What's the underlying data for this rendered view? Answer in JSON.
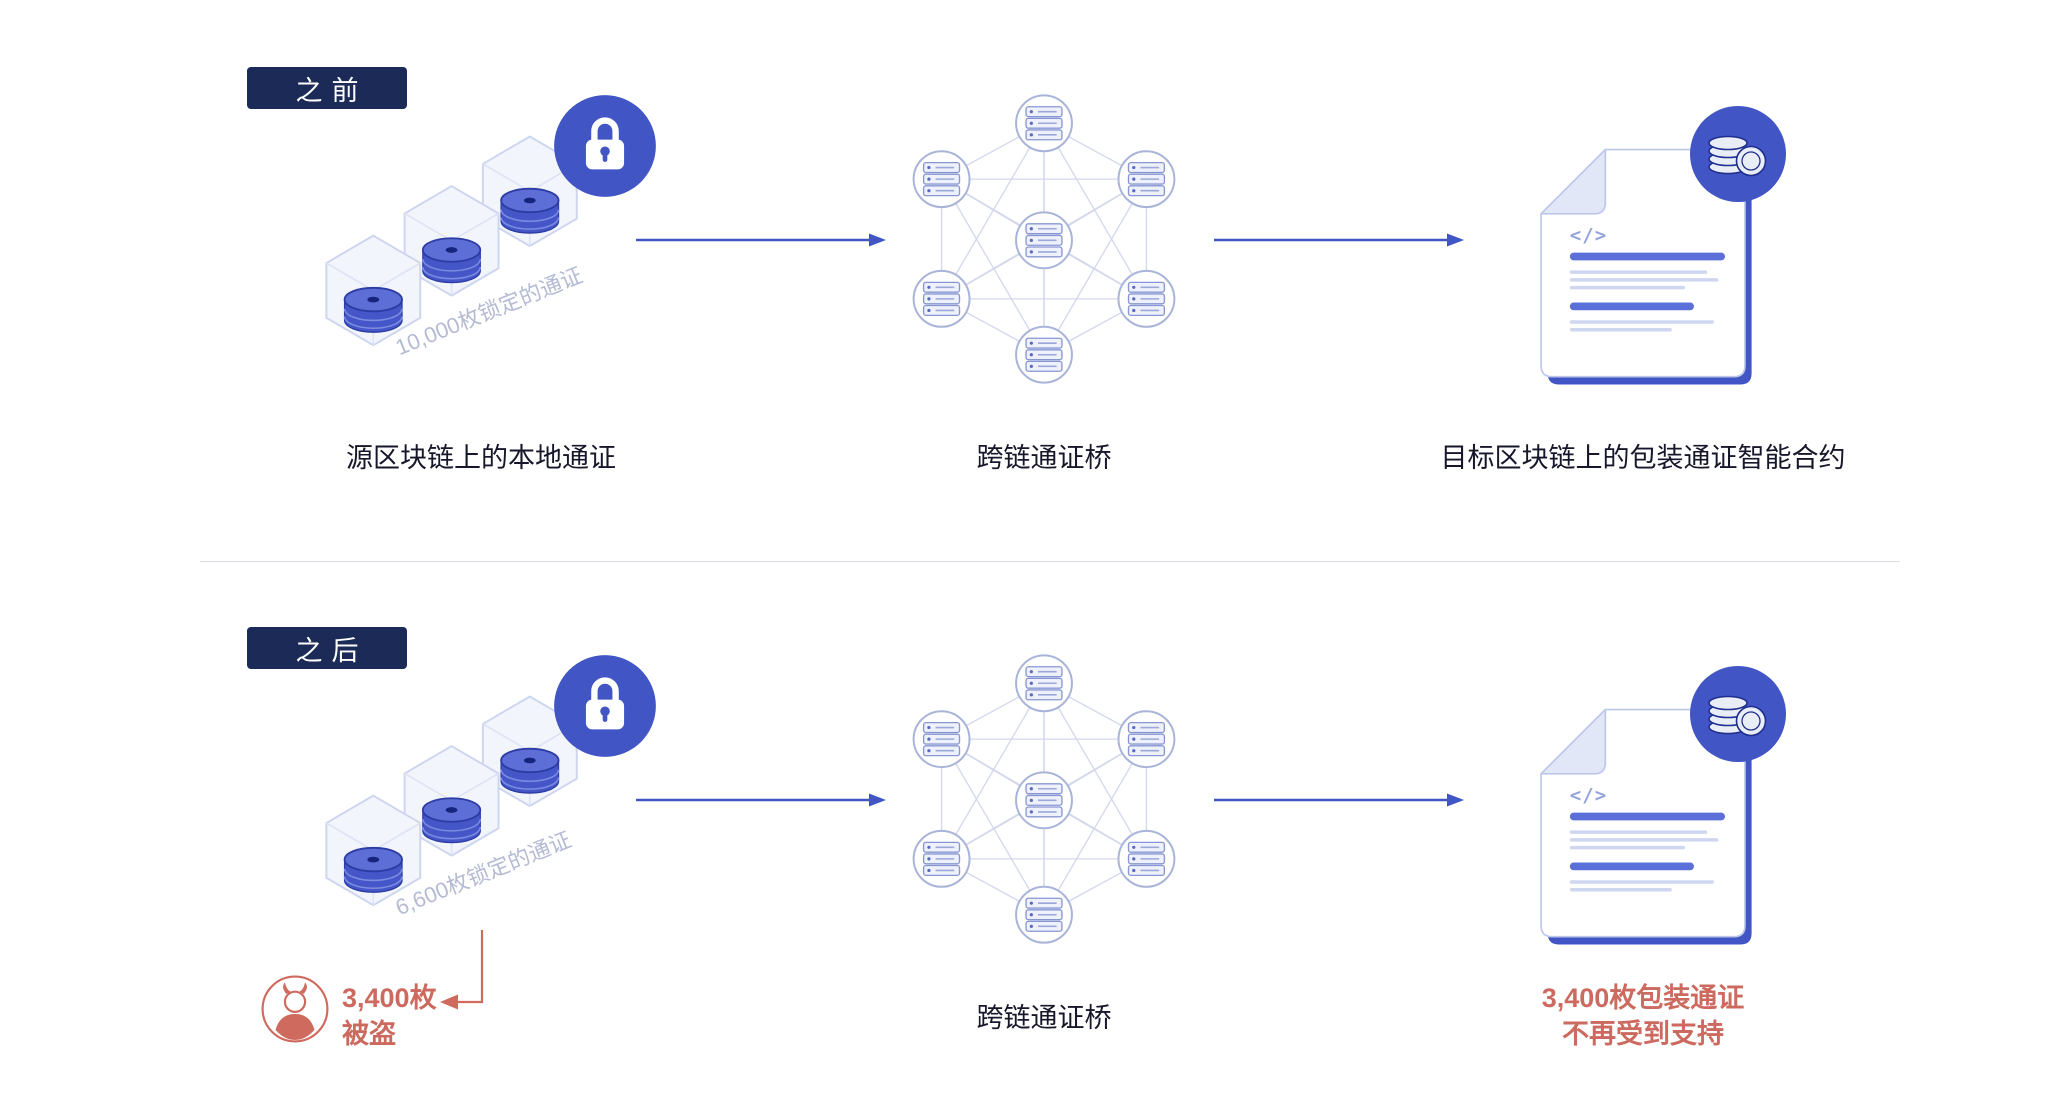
{
  "colors": {
    "badge_navy": "#1c2a57",
    "primary_blue": "#4155c4",
    "salmon": "#cd6a5f",
    "caption_dark": "#17172b",
    "light_label": "#b4bbd3"
  },
  "document_card": {
    "code_glyph": "</>"
  },
  "before": {
    "badge_label": "之前",
    "locked_tokens_label": "10,000枚锁定的通证",
    "source_caption": "源区块链上的本地通证",
    "bridge_caption": "跨链通证桥",
    "target_caption": "目标区块链上的包装通证智能合约"
  },
  "after": {
    "badge_label": "之后",
    "locked_tokens_label": "6,600枚锁定的通证",
    "stolen_amount_line1": "3,400枚",
    "stolen_amount_line2": "被盗",
    "bridge_caption": "跨链通证桥",
    "unbacked_caption_line1": "3,400枚包装通证",
    "unbacked_caption_line2": "不再受到支持"
  }
}
